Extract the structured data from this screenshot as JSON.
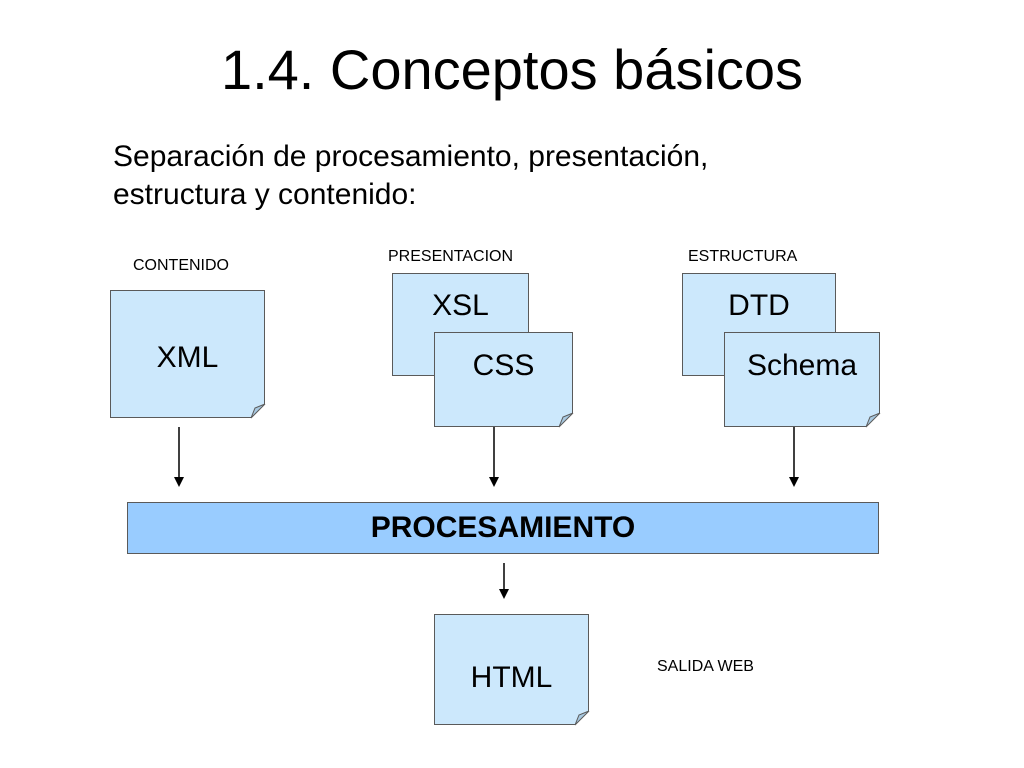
{
  "slide": {
    "title": "1.4. Conceptos básicos",
    "subtitle_line1": "Separación de procesamiento, presentación,",
    "subtitle_line2": "estructura y contenido:"
  },
  "diagram": {
    "labels": {
      "contenido": "CONTENIDO",
      "presentacion": "PRESENTACION",
      "estructura": "ESTRUCTURA",
      "salida": "SALIDA  WEB"
    },
    "documents": {
      "xml": "XML",
      "xsl": "XSL",
      "css": "CSS",
      "dtd": "DTD",
      "schema": "Schema",
      "html": "HTML"
    },
    "process": "PROCESAMIENTO"
  },
  "colors": {
    "document_fill": "#cce8fc",
    "process_fill": "#99ccff",
    "border": "#5a5a5a"
  }
}
